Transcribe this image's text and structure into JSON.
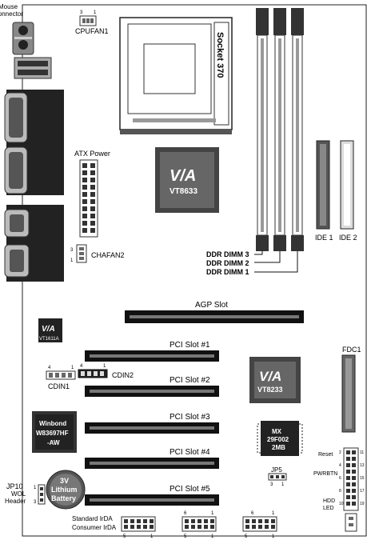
{
  "mouse_connector": {
    "line1": "Mouse",
    "line2": "Connector"
  },
  "cpufan1": {
    "label": "CPUFAN1",
    "pin_left": "3",
    "pin_right": "1"
  },
  "socket": {
    "label": "Socket 370"
  },
  "north_bridge": {
    "name": "VT8633"
  },
  "atx_power": {
    "label": "ATX Power"
  },
  "chafan2": {
    "label": "CHAFAN2",
    "pin_top": "3",
    "pin_bottom": "1"
  },
  "dimms": {
    "labels": [
      "DDR DIMM 3",
      "DDR DIMM 2",
      "DDR DIMM 1"
    ]
  },
  "ide": {
    "ide1": "IDE 1",
    "ide2": "IDE 2"
  },
  "agp": {
    "label": "AGP Slot"
  },
  "audio_chip": {
    "name": "VT1611A"
  },
  "pci": {
    "labels": [
      "PCI Slot #1",
      "PCI Slot #2",
      "PCI Slot #3",
      "PCI Slot #4",
      "PCI Slot #5"
    ]
  },
  "cdin1": {
    "label": "CDIN1",
    "pin_left": "4",
    "pin_right": "1"
  },
  "cdin2": {
    "label": "CDIN2",
    "pin_left": "4",
    "pin_right": "1"
  },
  "south_bridge": {
    "name": "VT8233"
  },
  "fdc": {
    "label": "FDC1"
  },
  "io_chip": {
    "line1": "Winbond",
    "line2": "W83697HF",
    "line3": "-AW"
  },
  "bios": {
    "line1": "MX",
    "line2": "29F002",
    "line3": "2MB"
  },
  "jp5": {
    "label": "JP5",
    "pin_left": "3",
    "pin_right": "1"
  },
  "front_panel": {
    "reset": "Reset",
    "pwrbtn": "PWRBTN",
    "hdd_led": "HDD",
    "led": "LED",
    "right_pins": [
      "11",
      "13",
      "15",
      "17",
      "19"
    ],
    "left_pins": [
      "2",
      "4",
      "6",
      "8",
      "10"
    ]
  },
  "jp10": {
    "line1": "JP10",
    "line2": "WOL",
    "line3": "Header",
    "pin_top": "1",
    "pin_bottom": "3"
  },
  "battery": {
    "line1": "3V",
    "line2": "Lithium",
    "line3": "Battery"
  },
  "irda": {
    "line1": "Standard IrDA",
    "line2": "Consumer IrDA"
  },
  "bottom_pins": {
    "five": "5",
    "one": "1",
    "six": "6"
  }
}
